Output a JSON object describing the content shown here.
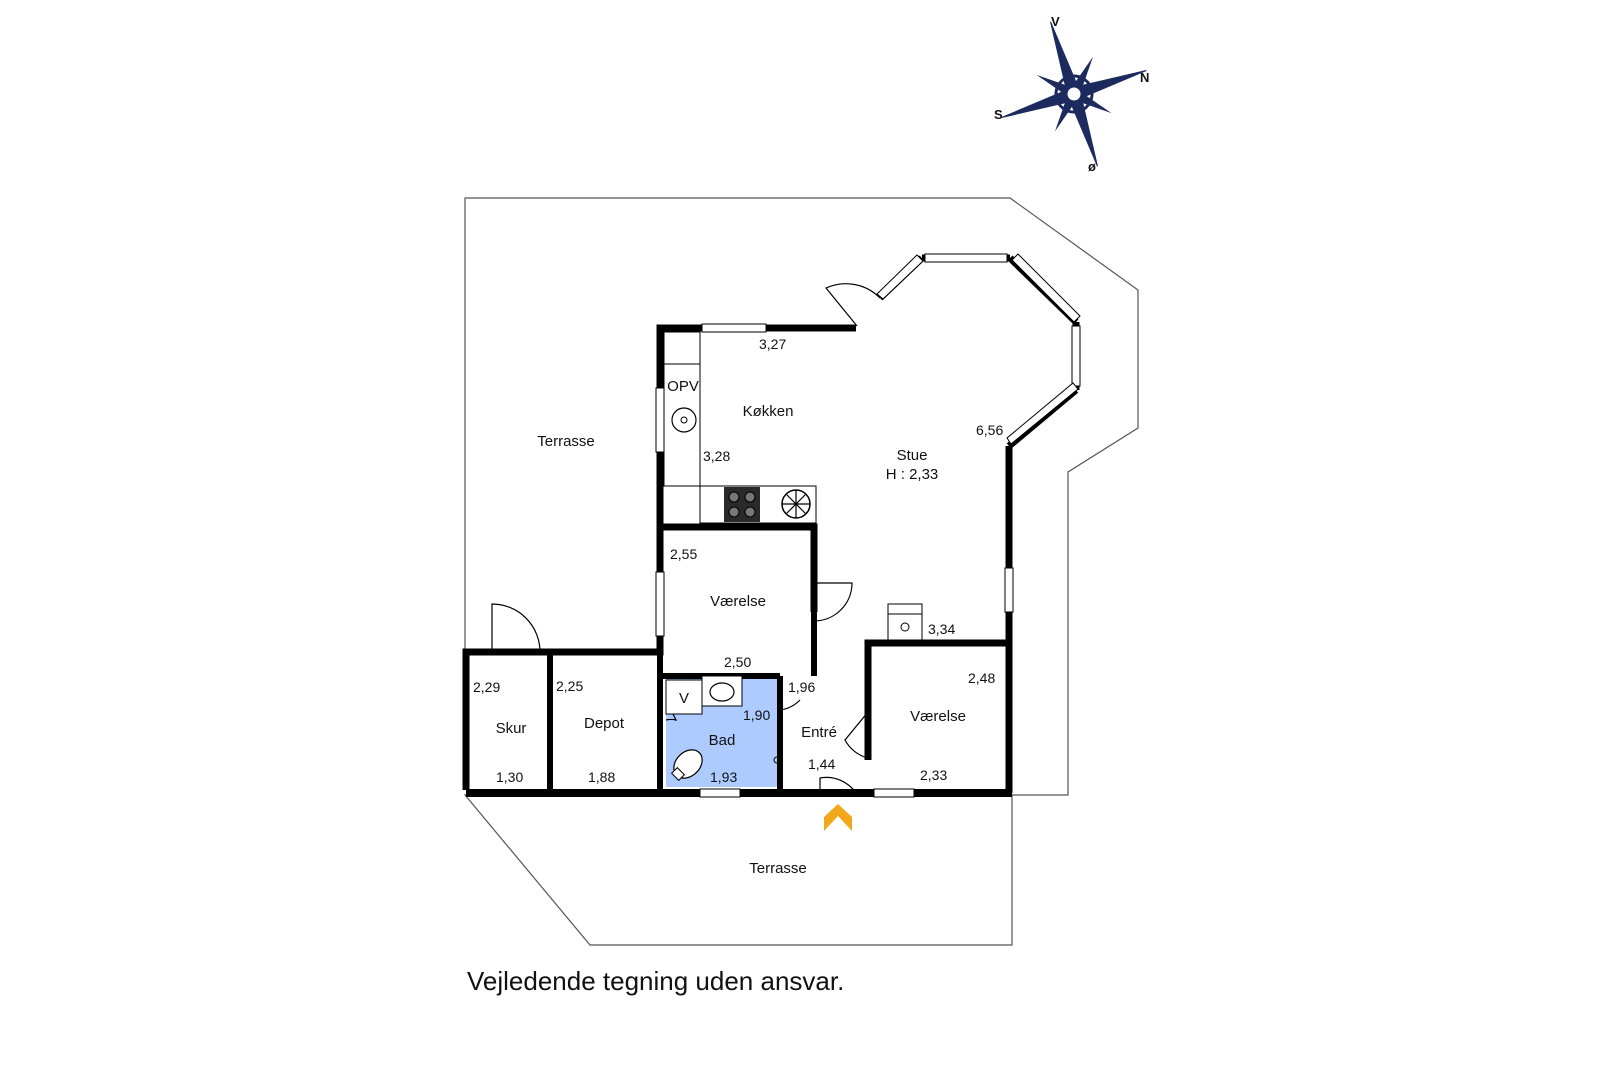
{
  "compass": {
    "north": "N",
    "south": "S",
    "west": "V",
    "east": "ø"
  },
  "rooms": {
    "terrace_top": "Terrasse",
    "kitchen": "Køkken",
    "living": "Stue",
    "living_height": "H : 2,33",
    "room1": "Værelse",
    "room2": "Værelse",
    "bath": "Bad",
    "entry": "Entré",
    "depot": "Depot",
    "shed": "Skur",
    "terrace_bottom": "Terrasse",
    "opv": "OPV",
    "v": "V"
  },
  "dimensions": {
    "kitchen_top": "3,27",
    "kitchen_side": "3,28",
    "living_side": "6,56",
    "living_bottom": "3,34",
    "room1_side": "2,55",
    "room1_bottom": "2,50",
    "entry_side": "1,96",
    "entry_bottom": "1,44",
    "bath_side": "1,90",
    "bath_bottom": "1,93",
    "room2_side": "2,48",
    "room2_bottom": "2,33",
    "shed_side": "2,29",
    "shed_bottom": "1,30",
    "depot_side": "2,25",
    "depot_bottom": "1,88"
  },
  "colors": {
    "bath_fill": "#aecbff",
    "entry_arrow": "#f2a81a",
    "compass_fill": "#1c2a5e"
  },
  "disclaimer": "Vejledende tegning uden ansvar."
}
